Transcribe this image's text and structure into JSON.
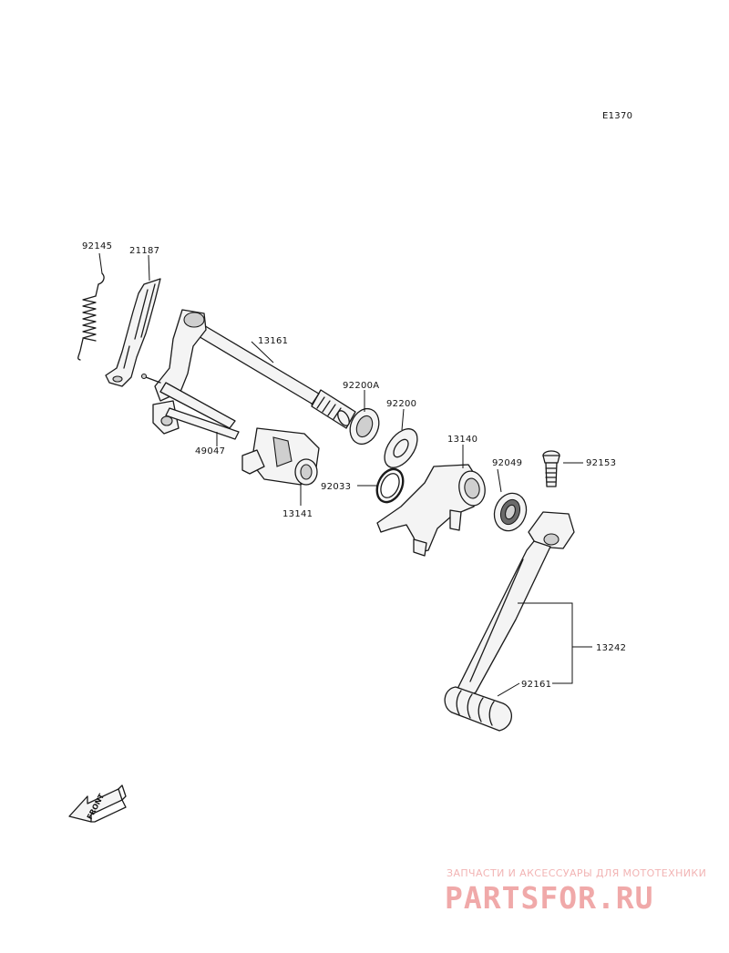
{
  "diagram_code": "E1370",
  "front_label": "FRONT",
  "callouts": {
    "p92145": "92145",
    "p21187": "21187",
    "p13161": "13161",
    "p92200A": "92200A",
    "p92200": "92200",
    "p49047": "49047",
    "p13140": "13140",
    "p92049": "92049",
    "p92153": "92153",
    "p92033": "92033",
    "p13141": "13141",
    "p13242": "13242",
    "p92161": "92161"
  },
  "watermark": {
    "tagline": "ЗАПЧАСТИ И АКСЕССУАРЫ ДЛЯ МОТОТЕХНИКИ",
    "brand": "PARTSFOR.RU"
  }
}
